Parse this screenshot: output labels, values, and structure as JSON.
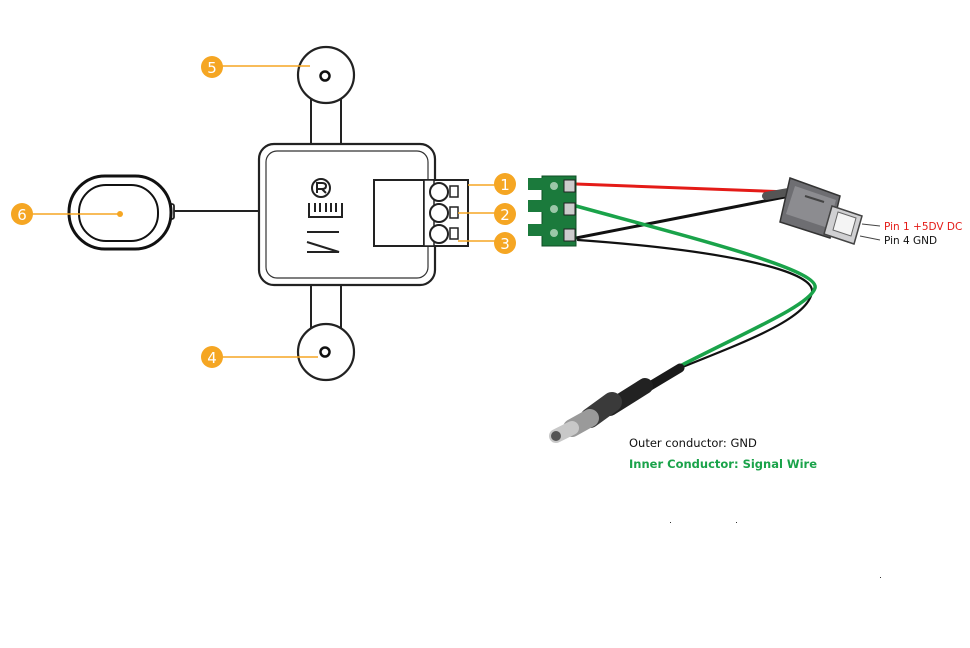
{
  "callouts": [
    {
      "label": "1"
    },
    {
      "label": "2"
    },
    {
      "label": "3"
    },
    {
      "label": "4"
    },
    {
      "label": "5"
    },
    {
      "label": "6"
    }
  ],
  "usb_pins": {
    "pin1": "Pin 1 +5DV DC",
    "pin4": "Pin 4  GND"
  },
  "coax": {
    "outer": "Outer conductor: GND",
    "inner": "Inner Conductor: Signal Wire"
  },
  "colors": {
    "callout": "#f5a623",
    "wire_red": "#e41b17",
    "wire_green": "#1aa34a",
    "wire_black": "#111111",
    "terminal_green": "#1b7a3c",
    "pin1_text": "#e41b17",
    "inner_text": "#1aa34a"
  }
}
